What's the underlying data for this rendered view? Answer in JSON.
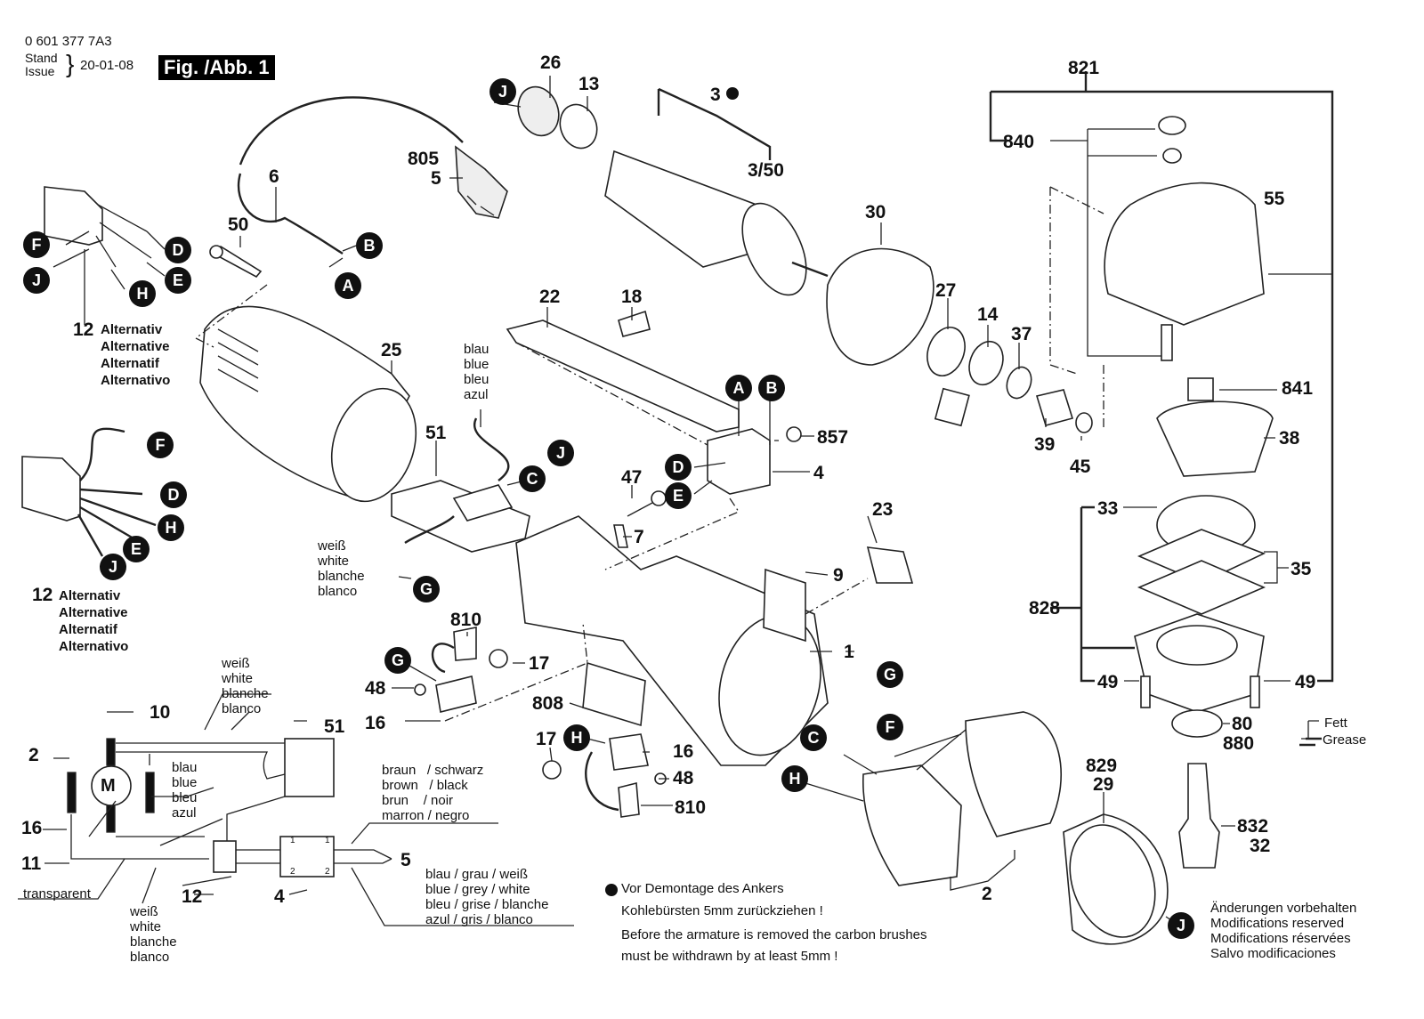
{
  "header": {
    "part_number": "0 601 377 7A3",
    "stand_label": "Stand",
    "issue_label": "Issue",
    "date": "20-01-08",
    "figure_label": "Fig. /Abb. 1"
  },
  "callouts": {
    "n26": "26",
    "n13": "13",
    "n3": "3",
    "n3_50": "3/50",
    "n805": "805",
    "n5": "5",
    "n6": "6",
    "n50": "50",
    "n12a": "12",
    "n12b": "12",
    "n25": "25",
    "n22": "22",
    "n18": "18",
    "n51": "51",
    "n30": "30",
    "n27": "27",
    "n14": "14",
    "n37": "37",
    "n39": "39",
    "n45": "45",
    "n857": "857",
    "n4": "4",
    "n47": "47",
    "n7": "7",
    "n23": "23",
    "n9": "9",
    "n1": "1",
    "n810a": "810",
    "n17a": "17",
    "n48a": "48",
    "n16a": "16",
    "n808": "808",
    "n17b": "17",
    "n16b": "16",
    "n48b": "48",
    "n810b": "810",
    "n2": "2",
    "n829": "829",
    "n29": "29",
    "n821": "821",
    "n840": "840",
    "n55": "55",
    "n841": "841",
    "n38": "38",
    "n33": "33",
    "n35": "35",
    "n828": "828",
    "n49a": "49",
    "n49b": "49",
    "n80": "80",
    "n880": "880",
    "n832": "832",
    "n32": "32"
  },
  "badges": {
    "J_top": "J",
    "A_cord": "A",
    "B_cord": "B",
    "F_alt1": "F",
    "D_alt1": "D",
    "J_alt1": "J",
    "E_alt1": "E",
    "H_alt1": "H",
    "F_alt2": "F",
    "D_alt2": "D",
    "H_alt2": "H",
    "E_alt2": "E",
    "J_alt2": "J",
    "J_51": "J",
    "C_51": "C",
    "G_51": "G",
    "A_sw": "A",
    "B_sw": "B",
    "D_sw": "D",
    "E_sw": "E",
    "G_brush": "G",
    "H_brush": "H",
    "G_coil": "G",
    "F_coil": "F",
    "C_coil": "C",
    "H_coil": "H",
    "J_guard": "J"
  },
  "alternative_labels": [
    "Alternativ",
    "Alternative",
    "Alternatif",
    "Alternativo"
  ],
  "wire_colors": {
    "blue": [
      "blau",
      "blue",
      "bleu",
      "azul"
    ],
    "white": [
      "weiß",
      "white",
      "blanche",
      "blanco"
    ],
    "brown_black": [
      "braun   / schwarz",
      "brown   / black",
      "brun    / noir",
      "marron / negro"
    ],
    "blue_grey_white": [
      "blau / grau / weiß",
      "blue / grey / white",
      "bleu / grise / blanche",
      "azul / gris / blanco"
    ],
    "transparent": "transparent"
  },
  "schematic": {
    "motor_label": "M",
    "n10": "10",
    "n2": "2",
    "n16": "16",
    "n11": "11",
    "n51": "51",
    "n12": "12",
    "n4": "4",
    "n5": "5",
    "switch_pins": [
      "1",
      "1",
      "2",
      "2"
    ]
  },
  "grease": {
    "de": "Fett",
    "en": "Grease"
  },
  "notes": {
    "warning_de_1": "Vor Demontage des Ankers",
    "warning_de_2": "Kohlebürsten 5mm zurückziehen !",
    "warning_en_1": "Before the armature is removed the carbon brushes",
    "warning_en_2": "must be withdrawn by at least 5mm !",
    "modifications": [
      "Änderungen vorbehalten",
      "Modifications reserved",
      "Modifications réservées",
      "Salvo modificaciones"
    ]
  }
}
